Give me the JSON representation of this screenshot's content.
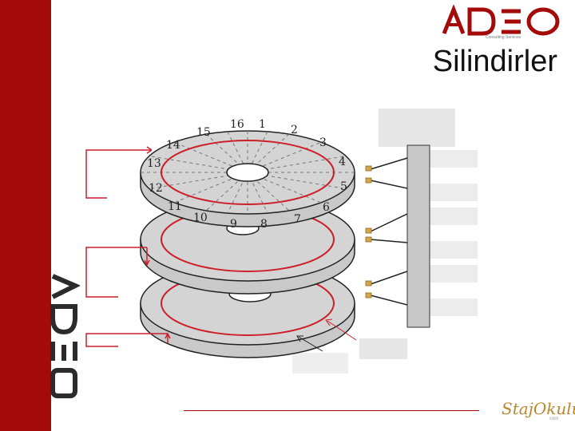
{
  "slide": {
    "title": "Silindirler"
  },
  "logos": {
    "top": "ADEO",
    "top_tagline": "Consulting Services",
    "side": "ADEO",
    "bottom": "StajOkulu",
    "bottom_suffix": "com"
  },
  "colors": {
    "band": "#a50a0a",
    "track": "#cc1f2a",
    "platter": "#d4d4d4",
    "arm_panel": "#e8e8e8"
  },
  "diagram": {
    "sector_numbers": [
      "16",
      "1",
      "2",
      "3",
      "4",
      "5",
      "6",
      "7",
      "8",
      "9",
      "10",
      "11",
      "12",
      "13",
      "14",
      "15"
    ]
  }
}
